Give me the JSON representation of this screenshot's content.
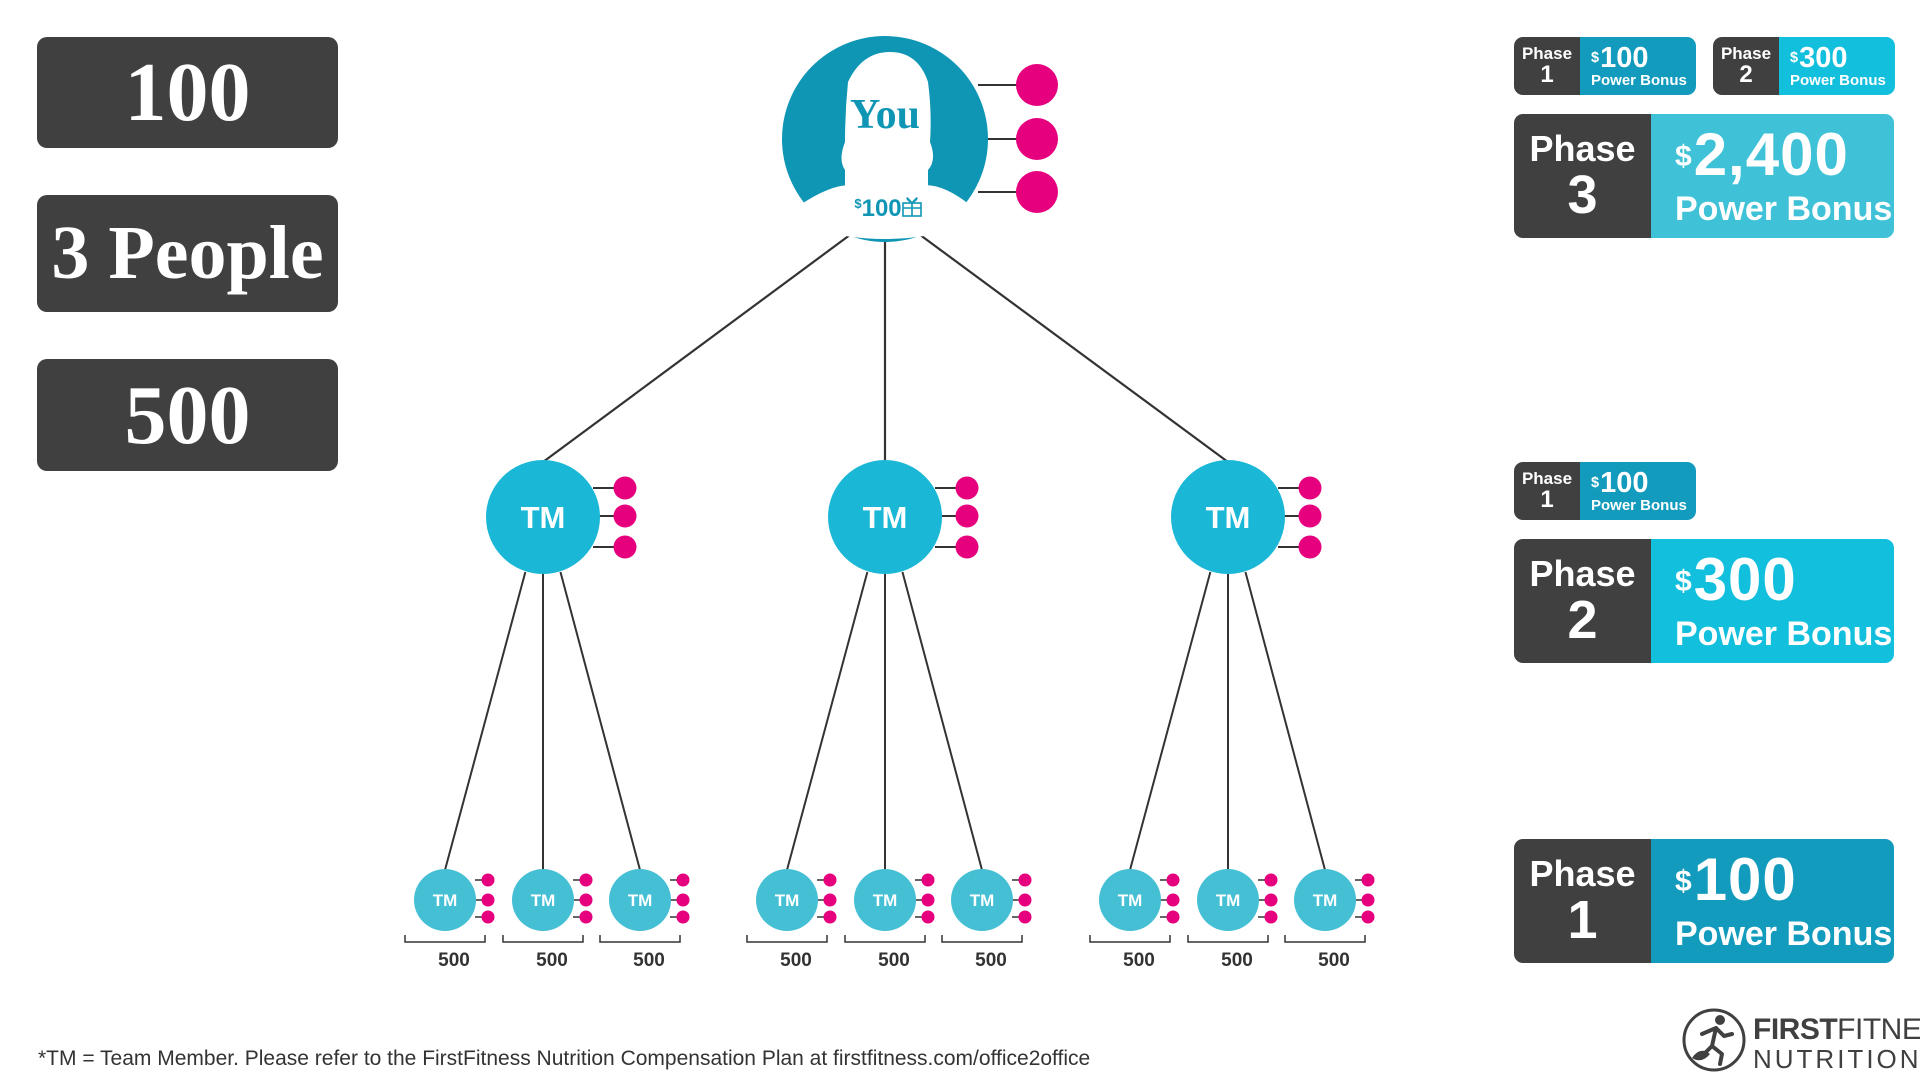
{
  "stats": [
    "100",
    "3 People",
    "500"
  ],
  "you_node": {
    "label": "You",
    "bonus_currency": "$",
    "bonus_amount": "100"
  },
  "team_member_label": "TM",
  "leaf_volume_label": "500",
  "phase_cards": [
    {
      "phase_word": "Phase",
      "phase_number": "1",
      "currency": "$",
      "amount": "100",
      "bonus_label": "Power Bonus",
      "color": "#129bbc"
    },
    {
      "phase_word": "Phase",
      "phase_number": "2",
      "currency": "$",
      "amount": "300",
      "bonus_label": "Power Bonus",
      "color": "#12bfdd"
    },
    {
      "phase_word": "Phase",
      "phase_number": "3",
      "currency": "$",
      "amount": "2,400",
      "bonus_label": "Power Bonus",
      "color": "#3fc2d7"
    }
  ],
  "footnote": "*TM = Team Member. Please refer to the FirstFitness Nutrition Compensation Plan at firstfitness.com/office2office",
  "logo": {
    "word1_bold": "FIRST",
    "word1_light": "FITNESS",
    "word2": "NUTRITION",
    "mark": "®"
  },
  "colors": {
    "dark_box": "#404040",
    "you_node": "#0f96b5",
    "team_member_node": "#1ab8d6",
    "leaf_node": "#45bfd4",
    "dot": "#e6007e",
    "line": "#333333"
  }
}
